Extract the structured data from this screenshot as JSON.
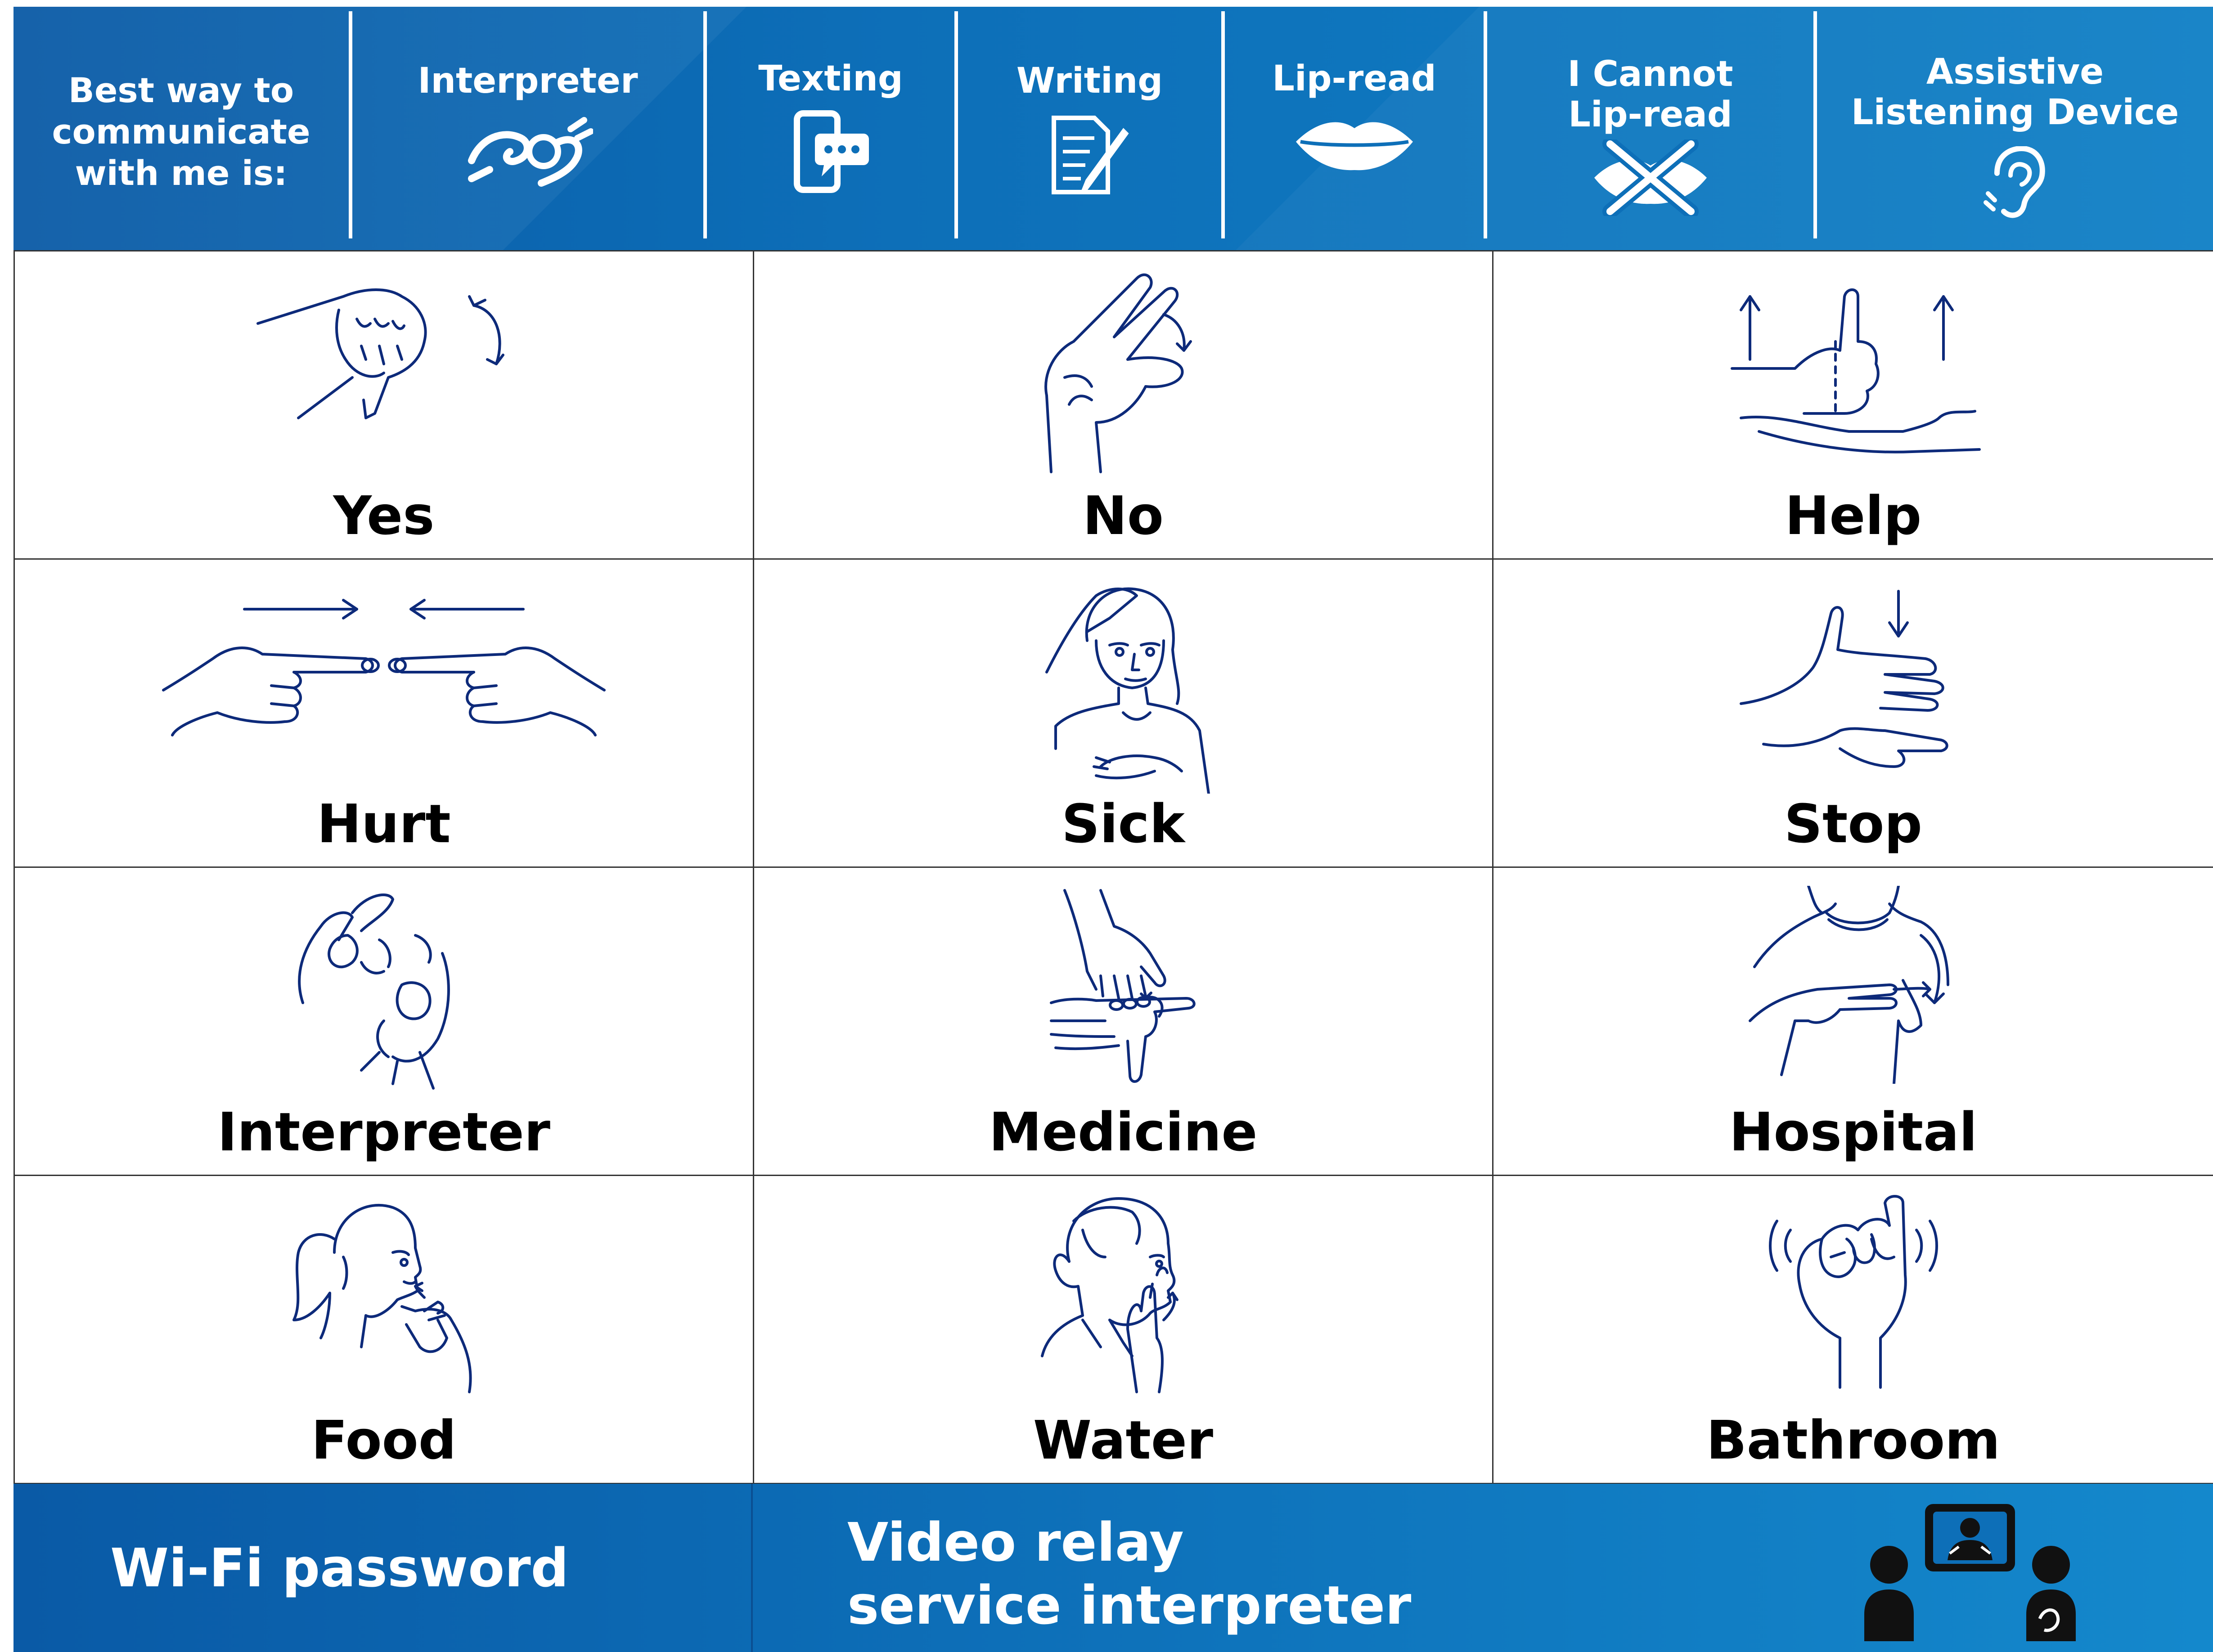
{
  "header": {
    "intro": [
      "Best way to",
      "communicate",
      "with me is:"
    ],
    "options": [
      {
        "lines": [
          "Interpreter"
        ],
        "icon": "sign-language-icon"
      },
      {
        "lines": [
          "Texting"
        ],
        "icon": "phone-chat-icon"
      },
      {
        "lines": [
          "Writing"
        ],
        "icon": "writing-icon"
      },
      {
        "lines": [
          "Lip-read"
        ],
        "icon": "lips-icon"
      },
      {
        "lines": [
          "I Cannot",
          "Lip-read"
        ],
        "icon": "lips-crossed-icon"
      },
      {
        "lines": [
          "Assistive",
          "Listening Device"
        ],
        "icon": "ear-icon"
      }
    ]
  },
  "signs": [
    {
      "label": "Yes",
      "icon": "yes-sign-icon"
    },
    {
      "label": "No",
      "icon": "no-sign-icon"
    },
    {
      "label": "Help",
      "icon": "help-sign-icon"
    },
    {
      "label": "Hurt",
      "icon": "hurt-sign-icon"
    },
    {
      "label": "Sick",
      "icon": "sick-sign-icon"
    },
    {
      "label": "Stop",
      "icon": "stop-sign-icon"
    },
    {
      "label": "Interpreter",
      "icon": "interpreter-sign-icon"
    },
    {
      "label": "Medicine",
      "icon": "medicine-sign-icon"
    },
    {
      "label": "Hospital",
      "icon": "hospital-sign-icon"
    },
    {
      "label": "Food",
      "icon": "food-sign-icon"
    },
    {
      "label": "Water",
      "icon": "water-sign-icon"
    },
    {
      "label": "Bathroom",
      "icon": "bathroom-sign-icon"
    }
  ],
  "footer": {
    "wifi_label": "Wi-Fi password",
    "vrs_line1": "Video relay",
    "vrs_line2": "service interpreter",
    "vrs_icon": "video-relay-icon"
  },
  "colors": {
    "header_blue": "#0d6fb8",
    "line_blue": "#0d2a7a",
    "text": "#000000"
  }
}
